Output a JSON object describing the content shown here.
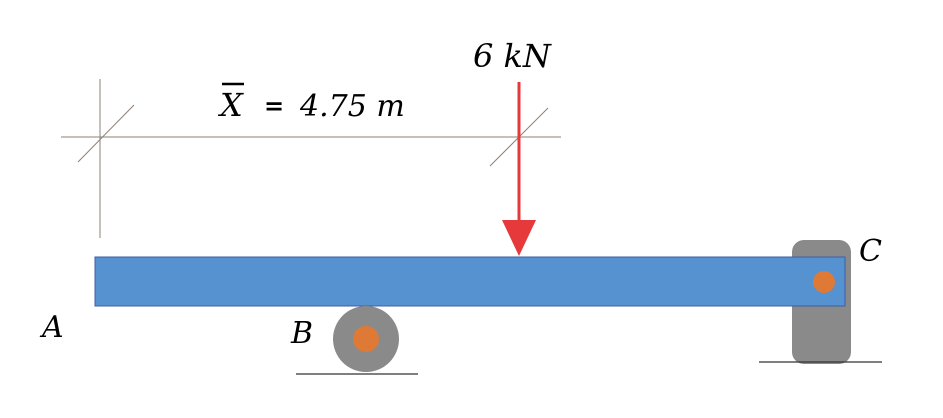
{
  "force": {
    "label": "6 kN"
  },
  "dimension": {
    "symbol": "X",
    "equals": "=",
    "value": "4.75 m"
  },
  "points": {
    "a": "A",
    "b": "B",
    "c": "C"
  },
  "colors": {
    "beam": "#5592CF",
    "beam_border": "#3F5FA8",
    "force": "#E5393B",
    "support": "#8A8A8A",
    "pin": "#DF7A36",
    "dim_line": "#8C8077"
  }
}
